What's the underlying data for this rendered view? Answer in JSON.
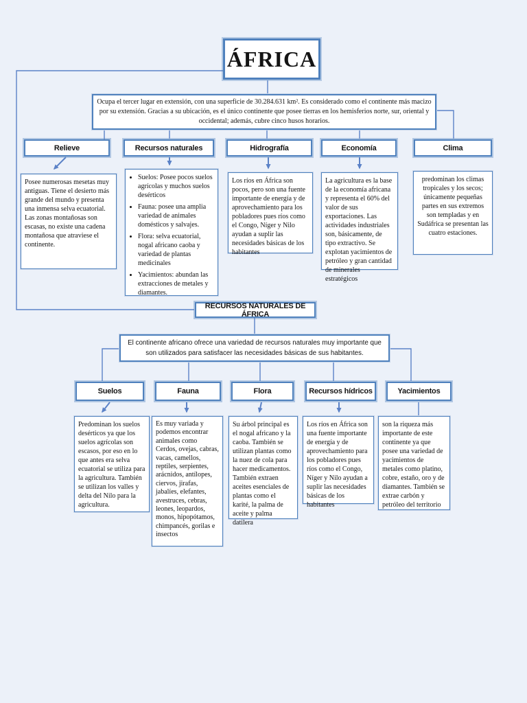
{
  "theme": {
    "background": "#ecf1f9",
    "box_fill": "#ffffff",
    "accent": "#4f81bd",
    "line": "#5b82c7",
    "text": "#141414"
  },
  "title": "ÁFRICA",
  "intro": "Ocupa el tercer lugar en extensión, con una superficie de 30.284.631 km². Es considerado como el continente más macizo por su extensión. Gracias a su ubicación, es el único continente que posee tierras en los hemisferios norte, sur, oriental y  occidental; además, cubre cinco husos horarios.",
  "branches": [
    {
      "label": "Relieve",
      "detail": "Posee numerosas mesetas muy antiguas. Tiene el desierto más grande del mundo y presenta una inmensa selva ecuatorial.  Las zonas montañosas son escasas, no existe una  cadena montañosa que  atraviese el continente."
    },
    {
      "label": "Recursos naturales",
      "bullets": [
        "Suelos: Posee pocos suelos agrícolas y muchos suelos desérticos",
        "Fauna: posee una amplia variedad de animales domésticos y salvajes.",
        "Flora: selva ecuatorial, nogal africano caoba y variedad de  plantas medicinales",
        "Yacimientos: abundan las extracciones  de  metales y  diamantes."
      ]
    },
    {
      "label": "Hidrografía",
      "detail": "Los ríos en África son pocos,  pero son una fuente importante de energía y de aprovechamiento para los pobladores pues ríos como el  Congo, Níger y Nilo ayudan  a suplir las necesidades básicas de los habitantes"
    },
    {
      "label": "Economía",
      "detail": "La agricultura es la base  de la economía africana y representa el 60% del  valor de sus  exportaciones. Las actividades industriales son, básicamente, de tipo extractivo. Se explotan yacimientos de petróleo y gran cantidad de  minerales estratégicos"
    },
    {
      "label": "Clima",
      "detail": "predominan los climas tropicales y los secos; únicamente pequeñas partes en sus extremos son templadas y en Sudáfrica se presentan las cuatro estaciones."
    }
  ],
  "section2": {
    "title": "RECURSOS NATURALES DE ÁFRICA",
    "intro": "El continente africano ofrece una variedad de recursos naturales muy importante que son utilizados para satisfacer las necesidades básicas de sus habitantes.",
    "branches": [
      {
        "label": "Suelos",
        "detail": "Predominan los suelos  desérticos ya que los suelos agrícolas son escasos, por eso en lo que antes era selva ecuatorial se utiliza para la agricultura. También se utilizan los  valles y delta del Nilo para la agricultura."
      },
      {
        "label": "Fauna",
        "detail": "Es muy variada y podemos encontrar animales como Cerdos,  ovejas, cabras, vacas, camellos, reptiles, serpientes, arácnidos, antílopes, ciervos, jirafas, jabalíes, elefantes, avestruces, cebras, leones, leopardos, monos, hipopótamos, chimpancés, gorilas e insectos"
      },
      {
        "label": "Flora",
        "detail": "Su árbol principal es el nogal africano y la caoba. También se utilizan plantas como la  nuez de cola para hacer  medicamentos. También extraen aceites esenciales de plantas como el karité,  la palma de aceite y palma datilera"
      },
      {
        "label": "Recursos hídricos",
        "detail": "Los ríos en África son una fuente importante de energía y de aprovechamiento para los pobladores pues ríos  como el Congo, Níger y  Nilo ayudan a suplir las  necesidades básicas de  los habitantes"
      },
      {
        "label": "Yacimientos",
        "detail": "son la riqueza más importante de este continente ya que posee  una variedad de yacimientos de metales como platino, cobre, estaño, oro y de diamantes. También se extrae carbón y petróleo del territorio"
      }
    ]
  }
}
